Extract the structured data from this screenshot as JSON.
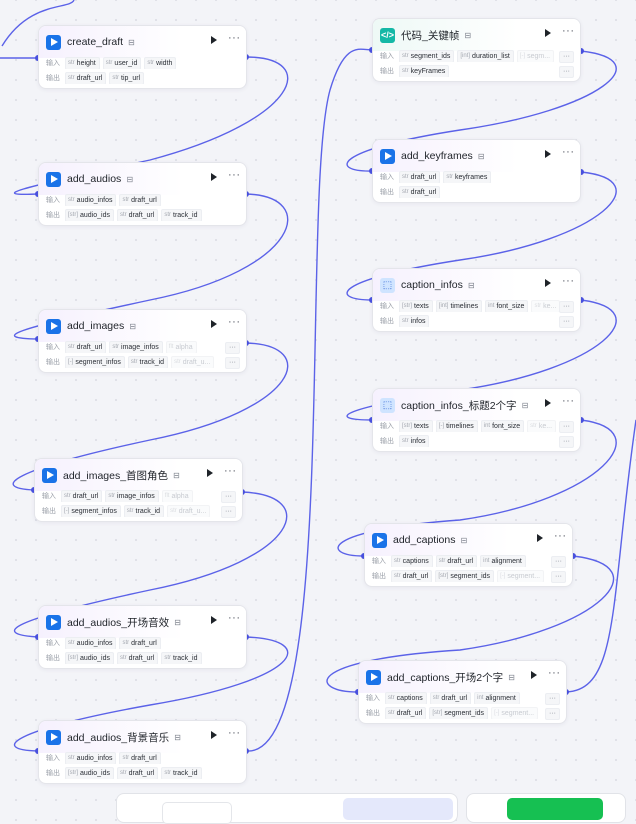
{
  "labels": {
    "input": "输入",
    "output": "输出"
  },
  "nodes": [
    {
      "title": "create_draft",
      "icon": "plugin-icon",
      "inputs": [
        {
          "type": "str",
          "name": "height"
        },
        {
          "type": "str",
          "name": "user_id"
        },
        {
          "type": "str",
          "name": "width"
        }
      ],
      "outputs": [
        {
          "type": "str",
          "name": "draft_url"
        },
        {
          "type": "str",
          "name": "tip_url"
        }
      ]
    },
    {
      "title": "add_audios",
      "icon": "plugin-icon",
      "inputs": [
        {
          "type": "str",
          "name": "audio_infos"
        },
        {
          "type": "str",
          "name": "draft_url"
        }
      ],
      "outputs": [
        {
          "type": "[str]",
          "name": "audio_ids"
        },
        {
          "type": "str",
          "name": "draft_url"
        },
        {
          "type": "str",
          "name": "track_id"
        }
      ]
    },
    {
      "title": "add_images",
      "icon": "plugin-icon",
      "inputs": [
        {
          "type": "str",
          "name": "draft_url"
        },
        {
          "type": "str",
          "name": "image_infos"
        },
        {
          "type": "flt",
          "name": "alpha"
        }
      ],
      "outputs": [
        {
          "type": "[-]",
          "name": "segment_infos"
        },
        {
          "type": "str",
          "name": "track_id"
        },
        {
          "type": "str",
          "name": "draft_u..."
        }
      ]
    },
    {
      "title": "add_images_首图角色",
      "icon": "plugin-icon",
      "inputs": [
        {
          "type": "str",
          "name": "draft_url"
        },
        {
          "type": "str",
          "name": "image_infos"
        },
        {
          "type": "flt",
          "name": "alpha"
        }
      ],
      "outputs": [
        {
          "type": "[-]",
          "name": "segment_infos"
        },
        {
          "type": "str",
          "name": "track_id"
        },
        {
          "type": "str",
          "name": "draft_u..."
        }
      ]
    },
    {
      "title": "add_audios_开场音效",
      "icon": "plugin-icon",
      "inputs": [
        {
          "type": "str",
          "name": "audio_infos"
        },
        {
          "type": "str",
          "name": "draft_url"
        }
      ],
      "outputs": [
        {
          "type": "[str]",
          "name": "audio_ids"
        },
        {
          "type": "str",
          "name": "draft_url"
        },
        {
          "type": "str",
          "name": "track_id"
        }
      ]
    },
    {
      "title": "add_audios_背景音乐",
      "icon": "plugin-icon",
      "inputs": [
        {
          "type": "str",
          "name": "audio_infos"
        },
        {
          "type": "str",
          "name": "draft_url"
        }
      ],
      "outputs": [
        {
          "type": "[str]",
          "name": "audio_ids"
        },
        {
          "type": "str",
          "name": "draft_url"
        },
        {
          "type": "str",
          "name": "track_id"
        }
      ]
    },
    {
      "title": "代码_关键帧",
      "icon": "code-icon",
      "inputs": [
        {
          "type": "str",
          "name": "segment_ids"
        },
        {
          "type": "[int]",
          "name": "duration_list"
        },
        {
          "type": "[-]",
          "name": "segm..."
        }
      ],
      "outputs": [
        {
          "type": "str",
          "name": "keyFrames"
        }
      ]
    },
    {
      "title": "add_keyframes",
      "icon": "plugin-icon",
      "inputs": [
        {
          "type": "str",
          "name": "draft_url"
        },
        {
          "type": "str",
          "name": "keyframes"
        }
      ],
      "outputs": [
        {
          "type": "str",
          "name": "draft_url"
        }
      ]
    },
    {
      "title": "caption_infos",
      "icon": "caption-icon",
      "inputs": [
        {
          "type": "[str]",
          "name": "texts"
        },
        {
          "type": "[int]",
          "name": "timelines"
        },
        {
          "type": "int",
          "name": "font_size"
        },
        {
          "type": "str",
          "name": "ke..."
        }
      ],
      "outputs": [
        {
          "type": "str",
          "name": "infos"
        }
      ]
    },
    {
      "title": "caption_infos_标题2个字",
      "icon": "caption-icon",
      "inputs": [
        {
          "type": "[str]",
          "name": "texts"
        },
        {
          "type": "[-]",
          "name": "timelines"
        },
        {
          "type": "int",
          "name": "font_size"
        },
        {
          "type": "str",
          "name": "ke..."
        }
      ],
      "outputs": [
        {
          "type": "str",
          "name": "infos"
        }
      ]
    },
    {
      "title": "add_captions",
      "icon": "plugin-icon",
      "inputs": [
        {
          "type": "str",
          "name": "captions"
        },
        {
          "type": "str",
          "name": "draft_url"
        },
        {
          "type": "int",
          "name": "alignment"
        }
      ],
      "outputs": [
        {
          "type": "str",
          "name": "draft_url"
        },
        {
          "type": "[str]",
          "name": "segment_ids"
        },
        {
          "type": "[-]",
          "name": "segment..."
        }
      ]
    },
    {
      "title": "add_captions_开场2个字",
      "icon": "plugin-icon",
      "inputs": [
        {
          "type": "str",
          "name": "captions"
        },
        {
          "type": "str",
          "name": "draft_url"
        },
        {
          "type": "int",
          "name": "alignment"
        }
      ],
      "outputs": [
        {
          "type": "str",
          "name": "draft_url"
        },
        {
          "type": "[str]",
          "name": "segment_ids"
        },
        {
          "type": "[-]",
          "name": "segment..."
        }
      ]
    }
  ]
}
